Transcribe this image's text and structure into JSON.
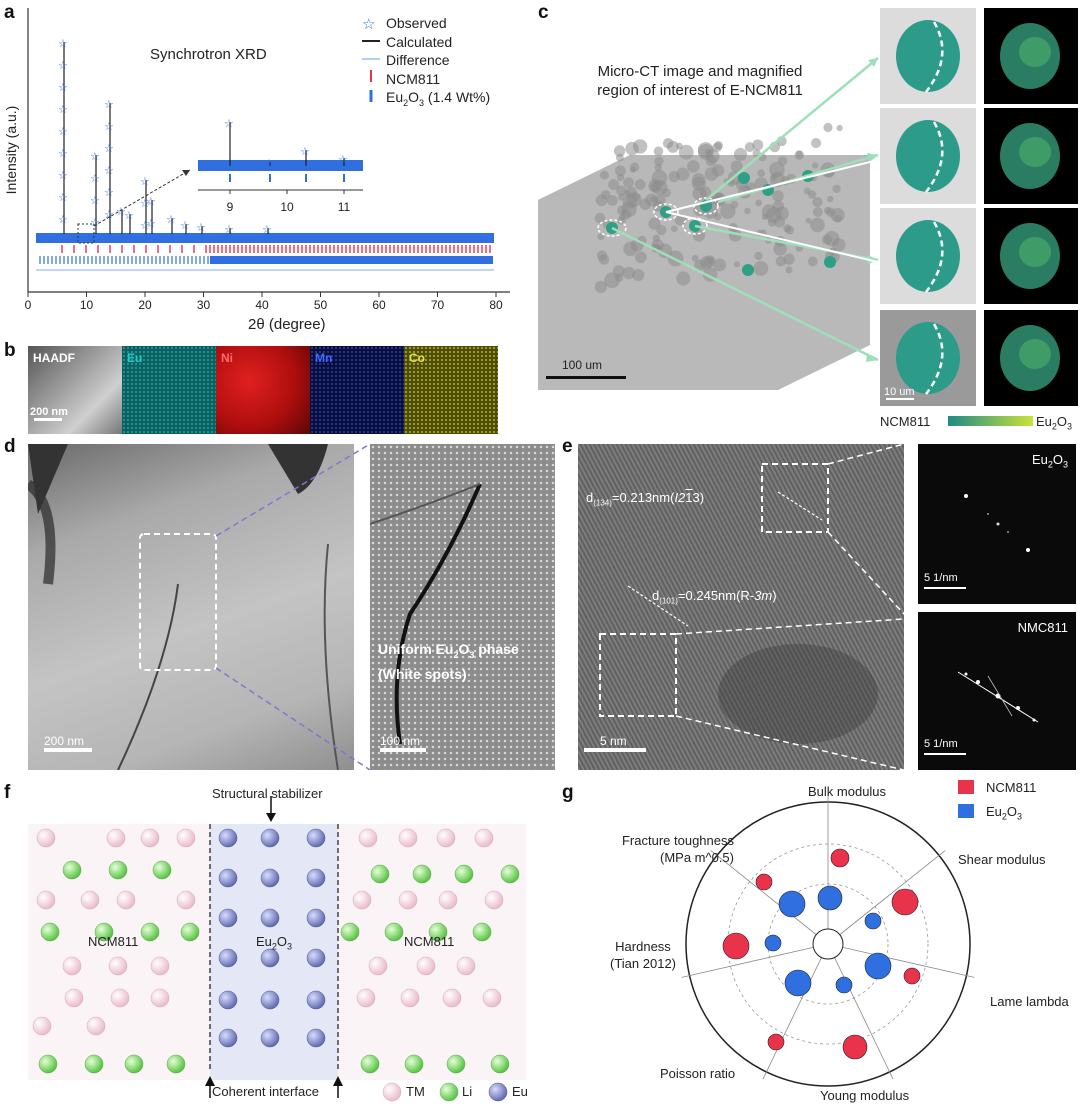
{
  "panels": {
    "a": {
      "label": "a",
      "title": "Synchrotron XRD",
      "ylabel": "Intensity (a.u.)",
      "xlabel": "2θ (degree)",
      "xticks": [
        "0",
        "10",
        "20",
        "30",
        "40",
        "50",
        "60",
        "70",
        "80"
      ],
      "inset_xticks": [
        "9",
        "10",
        "11"
      ],
      "legend": {
        "observed": "Observed",
        "calculated": "Calculated",
        "difference": "Difference",
        "ncm": "NCM811",
        "eu_prefix": "Eu",
        "eu_sub1": "2",
        "eu_mid": "O",
        "eu_sub2": "3",
        "eu_suffix": " (1.4 Wt%)"
      }
    },
    "b": {
      "label": "b",
      "maps": [
        "HAADF",
        "Eu",
        "Ni",
        "Mn",
        "Co"
      ],
      "scale": "200 nm"
    },
    "c": {
      "label": "c",
      "title_line1": "Micro-CT image and magnified",
      "title_line2": "region of interest of E-NCM811",
      "scale_main": "100 um",
      "scale_small": "10 um",
      "colorbar_left": "NCM811",
      "colorbar_right_prefix": "Eu",
      "colorbar_right_sub1": "2",
      "colorbar_right_mid": "O",
      "colorbar_right_sub2": "3"
    },
    "d": {
      "label": "d",
      "scale_left": "200 nm",
      "scale_right": "100 nm",
      "caption_line1_prefix": "Uniform Eu",
      "caption_sub1": "2",
      "caption_mid": "O",
      "caption_sub2": "3",
      "caption_line1_suffix": " phase",
      "caption_line2": "(White spots)"
    },
    "e": {
      "label": "e",
      "d1_prefix": "d",
      "d1_sub": "(134)",
      "d1_value": "=0.213nm(",
      "d1_group": "I2",
      "d1_bar": "1",
      "d1_end": "3)",
      "d2_prefix": "d",
      "d2_sub": "(101)",
      "d2_value": "=0.245nm(R-",
      "d2_group": "3m",
      "d2_end": ")",
      "scale_main": "5 nm",
      "fft_top_prefix": "Eu",
      "fft_top_sub1": "2",
      "fft_top_mid": "O",
      "fft_top_sub2": "3",
      "fft_bottom": "NMC811",
      "fft_scale": "5 1/nm"
    },
    "f": {
      "label": "f",
      "top_label": "Structural stabilizer",
      "left_phase": "NCM811",
      "mid_prefix": "Eu",
      "mid_sub1": "2",
      "mid_mid": "O",
      "mid_sub2": "3",
      "right_phase": "NCM811",
      "bottom_label": "Coherent interface",
      "legend": [
        "TM",
        "Li",
        "Eu"
      ]
    },
    "g": {
      "label": "g",
      "axes": [
        "Bulk modulus",
        "Shear modulus",
        "Lame lambda",
        "Young modulus",
        "Poisson ratio",
        "Hardness",
        "Fracture toughness"
      ],
      "hardness_line2": "(Tian 2012)",
      "fracture_line2": "(MPa m^0.5)",
      "legend_ncm": "NCM811",
      "legend_eu_prefix": "Eu",
      "legend_eu_sub1": "2",
      "legend_eu_mid": "O",
      "legend_eu_sub2": "3"
    }
  },
  "colors": {
    "observed": "#3b7ddd",
    "ncm_red": "#e8334a",
    "eu_blue": "#2f6fe0",
    "tm_pink": "#f3c9d6",
    "li_green": "#6fcf5a",
    "eu_atom": "#6b77b8",
    "colorbar_start": "#1f8a86",
    "colorbar_end": "#c8e23a"
  }
}
